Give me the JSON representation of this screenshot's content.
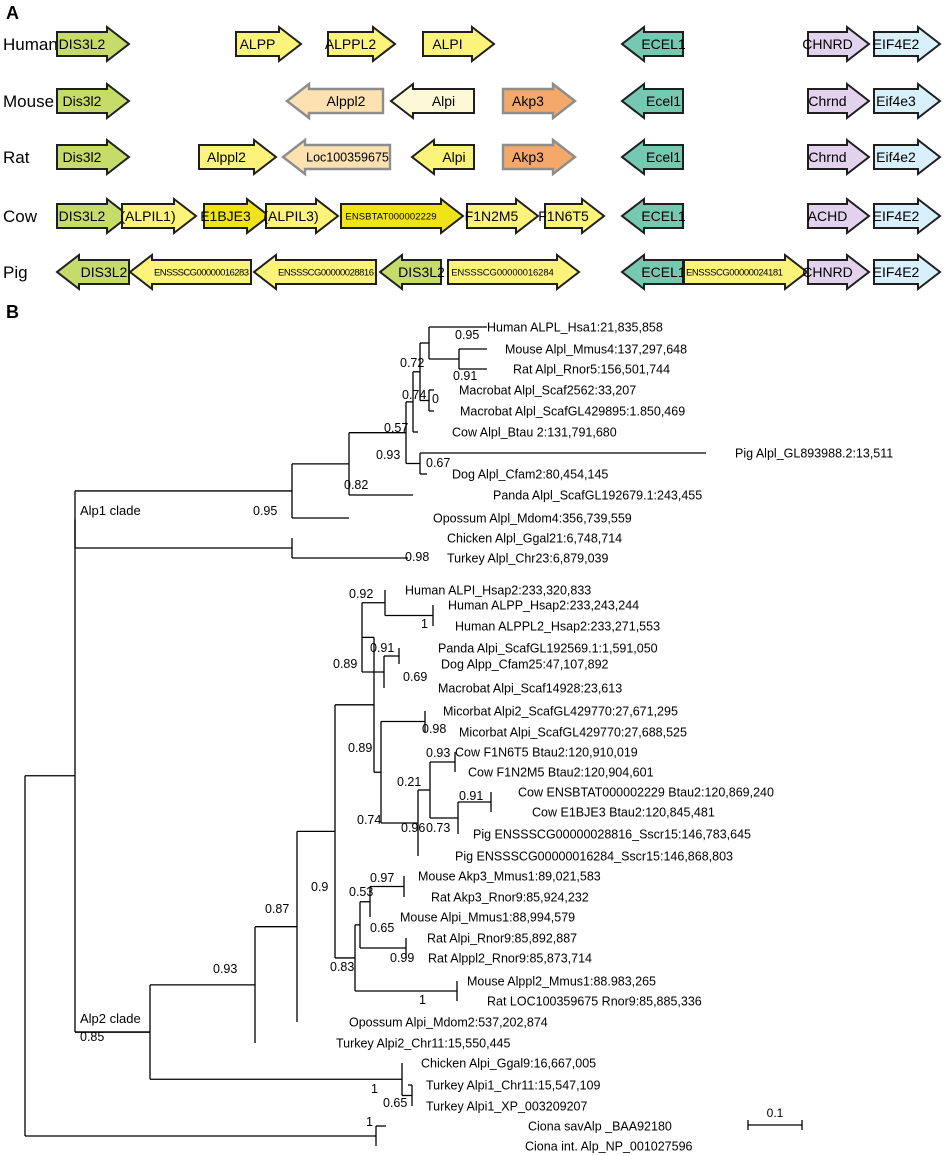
{
  "panel_a": {
    "label": "A",
    "species": [
      "Human",
      "Mouse",
      "Rat",
      "Cow",
      "Pig"
    ],
    "genes": [
      {
        "label": "DIS3L2",
        "row": 0,
        "dir": "right",
        "color": "#c5dc6b"
      },
      {
        "label": "ALPP",
        "row": 0,
        "dir": "right",
        "color": "#fbf37a"
      },
      {
        "label": "ALPPL2",
        "row": 0,
        "dir": "right",
        "color": "#fbf37a"
      },
      {
        "label": "ALPI",
        "row": 0,
        "dir": "right",
        "color": "#fbf37a"
      },
      {
        "label": "ECEL1",
        "row": 0,
        "dir": "left",
        "color": "#74c9b0"
      },
      {
        "label": "CHNRD",
        "row": 0,
        "dir": "right",
        "color": "#e2d2ee"
      },
      {
        "label": "EIF4E2",
        "row": 0,
        "dir": "right",
        "color": "#d8f0fb"
      },
      {
        "label": "Dis3l2",
        "row": 1,
        "dir": "right",
        "color": "#c5dc6b"
      },
      {
        "label": "Alppl2",
        "row": 1,
        "dir": "left",
        "color": "#fde1b0"
      },
      {
        "label": "Alpi",
        "row": 1,
        "dir": "left",
        "color": "#fdf9d7"
      },
      {
        "label": "Akp3",
        "row": 1,
        "dir": "right",
        "color": "#f4a869"
      },
      {
        "label": "Ecel1",
        "row": 1,
        "dir": "left",
        "color": "#74c9b0"
      },
      {
        "label": "Chrnd",
        "row": 1,
        "dir": "right",
        "color": "#e2d2ee"
      },
      {
        "label": "Eif4e3",
        "row": 1,
        "dir": "right",
        "color": "#d8f0fb"
      },
      {
        "label": "Dis3l2",
        "row": 2,
        "dir": "right",
        "color": "#c5dc6b"
      },
      {
        "label": "Alppl2",
        "row": 2,
        "dir": "right",
        "color": "#fbf37a"
      },
      {
        "label": "Loc100359675",
        "row": 2,
        "dir": "left",
        "color": "#fde1b0"
      },
      {
        "label": "Alpi",
        "row": 2,
        "dir": "left",
        "color": "#fbf37a"
      },
      {
        "label": "Akp3",
        "row": 2,
        "dir": "right",
        "color": "#f4a869"
      },
      {
        "label": "Ecel1",
        "row": 2,
        "dir": "left",
        "color": "#74c9b0"
      },
      {
        "label": "Chrnd",
        "row": 2,
        "dir": "right",
        "color": "#e2d2ee"
      },
      {
        "label": "Eif4e2",
        "row": 2,
        "dir": "right",
        "color": "#d8f0fb"
      },
      {
        "label": "DIS3L2",
        "row": 3,
        "dir": "right",
        "color": "#c5dc6b"
      },
      {
        "label": "(ALPIL1)",
        "row": 3,
        "dir": "right",
        "color": "#fbf37a"
      },
      {
        "label": "E1BJE3",
        "row": 3,
        "dir": "right",
        "color": "#f0e419"
      },
      {
        "label": "(ALPIL3)",
        "row": 3,
        "dir": "right",
        "color": "#fbf37a"
      },
      {
        "label": "ENSBTAT000002229",
        "row": 3,
        "dir": "right",
        "color": "#f0e419"
      },
      {
        "label": "F1N2M5",
        "row": 3,
        "dir": "right",
        "color": "#fbf37a"
      },
      {
        "label": "F1N6T5",
        "row": 3,
        "dir": "right",
        "color": "#fbf37a"
      },
      {
        "label": "ECEL1",
        "row": 3,
        "dir": "left",
        "color": "#74c9b0"
      },
      {
        "label": "ACHD",
        "row": 3,
        "dir": "right",
        "color": "#e2d2ee"
      },
      {
        "label": "EIF4E2",
        "row": 3,
        "dir": "right",
        "color": "#d8f0fb"
      },
      {
        "label": "DIS3L2",
        "row": 4,
        "dir": "left",
        "color": "#c5dc6b"
      },
      {
        "label": "ENSSSCG00000016283",
        "row": 4,
        "dir": "left",
        "color": "#fbf37a"
      },
      {
        "label": "ENSSSCG00000028816",
        "row": 4,
        "dir": "left",
        "color": "#fbf37a"
      },
      {
        "label": "DIS3L2",
        "row": 4,
        "dir": "left",
        "color": "#c5dc6b"
      },
      {
        "label": "ENSSSCG00000016284",
        "row": 4,
        "dir": "right",
        "color": "#fbf37a"
      },
      {
        "label": "ECEL1",
        "row": 4,
        "dir": "left",
        "color": "#74c9b0"
      },
      {
        "label": "ENSSSCG00000024181",
        "row": 4,
        "dir": "right",
        "color": "#fbf37a"
      },
      {
        "label": "CHNRD",
        "row": 4,
        "dir": "right",
        "color": "#e2d2ee"
      },
      {
        "label": "EIF4E2",
        "row": 4,
        "dir": "right",
        "color": "#d8f0fb"
      }
    ]
  },
  "panel_b": {
    "label": "B",
    "scale_bar_label": "0.1",
    "clade_labels": [
      "Alp1 clade",
      "Alp2 clade"
    ],
    "leaves": [
      "Human  ALPL_Hsa1:21,835,858",
      "Mouse Alpl_Mmus4:137,297,648",
      "Rat Alpl_Rnor5:156,501,744",
      "Macrobat  Alpl_Scaf2562:33,207",
      "Macrobat  Alpl_ScafGL429895:1.850,469",
      "Cow  Alpl_Btau 2:131,791,680",
      "Pig Alpl_GL893988.2:13,511",
      "Dog Alpl_Cfam2:80,454,145",
      "Panda  Alpl_ScafGL192679.1:243,455",
      "Opossum  Alpl_Mdom4:356,739,559",
      "Chicken  Alpl_Ggal21:6,748,714",
      "Turkey  Alpl_Chr23:6,879,039",
      "Human  ALPI_Hsap2:233,320,833",
      "Human   ALPP_Hsap2:233,243,244",
      "Human  ALPPL2_Hsap2:233,271,553",
      "Panda  Alpi_ScafGL192569.1:1,591,050",
      "Dog  Alpp_Cfam25:47,107,892",
      "Macrobat  Alpi_Scaf14928:23,613",
      "Micorbat  Alpi2_ScafGL429770:27,671,295",
      "Micorbat  Alpi_ScafGL429770:27,688,525",
      "Cow  F1N6T5  Btau2:120,910,019",
      "Cow  F1N2M5  Btau2:120,904,601",
      "Cow  ENSBTAT000002229  Btau2:120,869,240",
      "Cow  E1BJE3  Btau2:120,845,481",
      "Pig  ENSSSCG00000028816_Sscr15:146,783,645",
      "Pig  ENSSSCG00000016284_Sscr15:146,868,803",
      "Mouse  Akp3_Mmus1:89,021,583",
      "Rat  Akp3_Rnor9:85,924,232",
      "Mouse  Alpi_Mmus1:88,994,579",
      "Rat  Alpi_Rnor9:85,892,887",
      "Rat  Alppl2_Rnor9:85,873,714",
      "Mouse  Alppl2_Mmus1:88.983,265",
      "Rat  LOC100359675  Rnor9:85,885,336",
      "Opossum  Alpi_Mdom2:537,202,874",
      "Turkey  Alpi2_Chr11:15,550,445",
      "Chicken  Alpi_Ggal9:16,667,005",
      "Turkey  Alpi1_Chr11:15,547,109",
      "Turkey  Alpi1_XP_003209207",
      "Ciona  savAlp _BAA92180",
      "Ciona  int. Alp_NP_001027596"
    ],
    "supports": [
      "0.95",
      "0.91",
      "0.72",
      "0",
      "0.74",
      "0.57",
      "0.67",
      "0.93",
      "0.82",
      "0.95",
      "0.98",
      "0.92",
      "1",
      "0.91",
      "0.69",
      "0.89",
      "0.98",
      "0.89",
      "0.93",
      "0.21",
      "0.91",
      "0.73",
      "0.96",
      "0.74",
      "0.97",
      "0.53",
      "0.65",
      "0.99",
      "1",
      "0.83",
      "0.9",
      "0.87",
      "0.93",
      "0.85",
      "1",
      "0.65",
      "1"
    ]
  }
}
